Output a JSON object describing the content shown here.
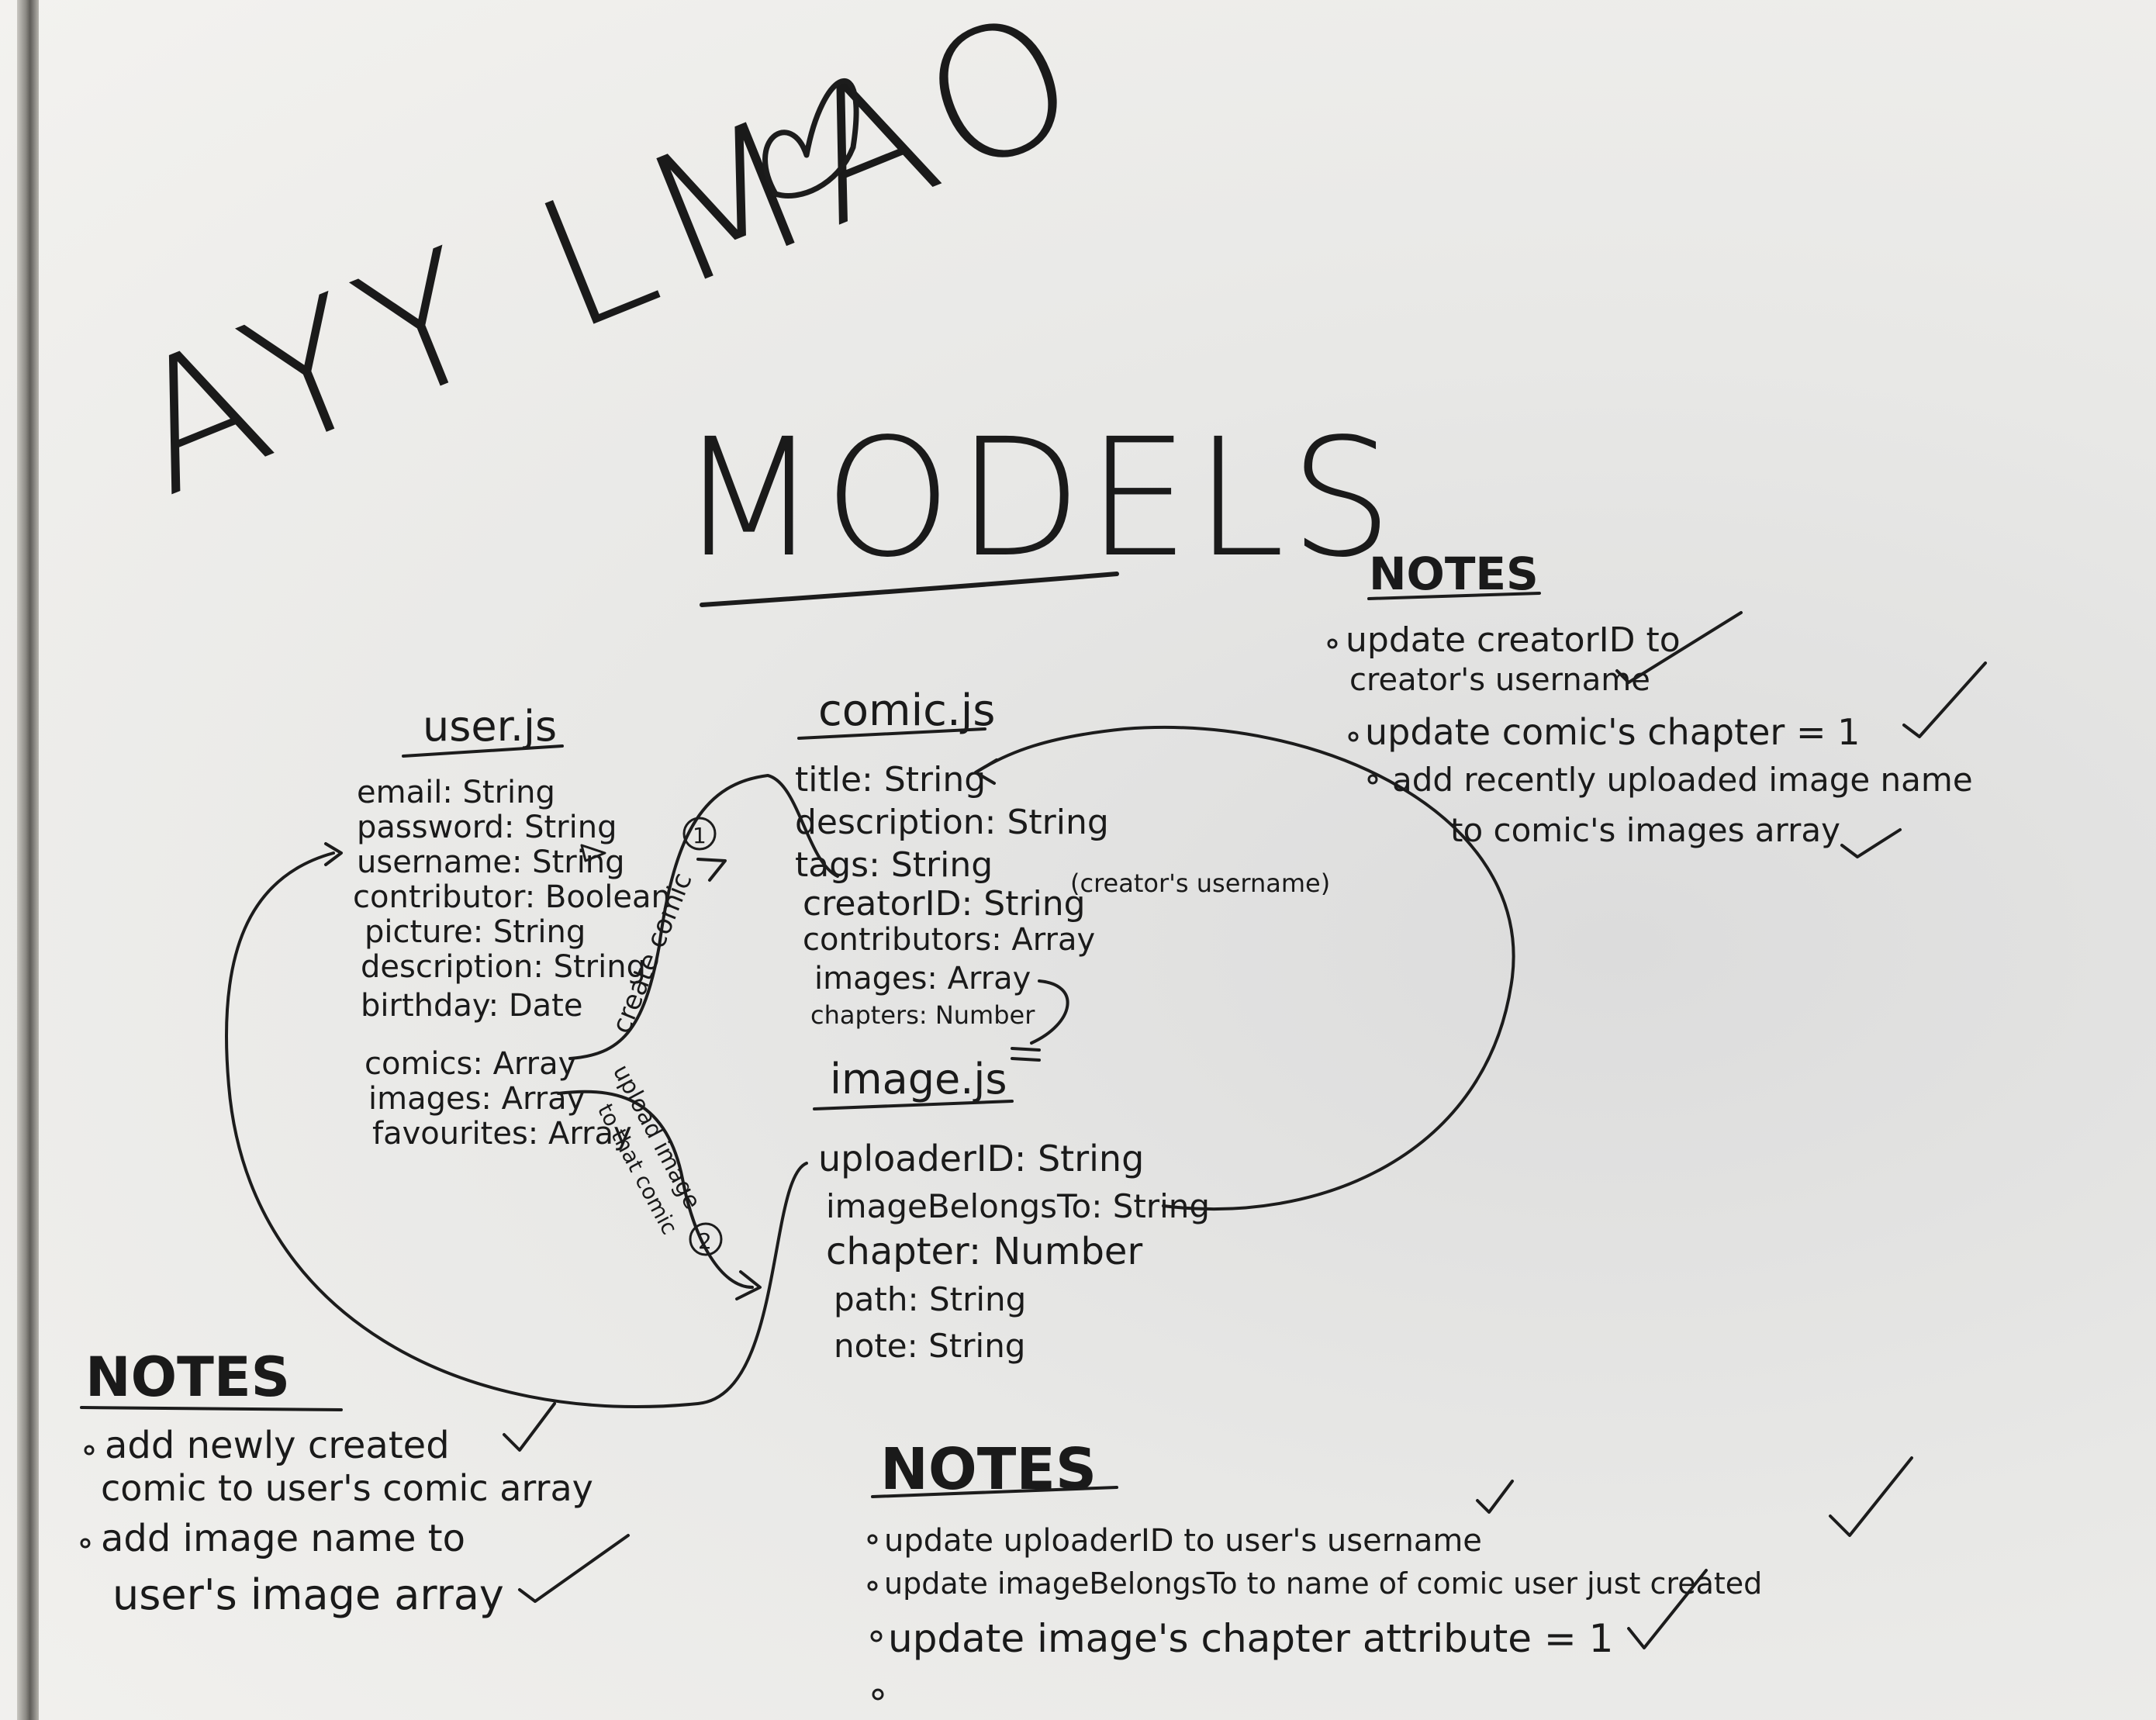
{
  "board": {
    "graffiti": "AYY LMAO",
    "title": "MODELS"
  },
  "models": {
    "user": {
      "heading": "user.js",
      "fields": [
        "email: String",
        "password: String",
        "username: String",
        "contributor: Boolean",
        "picture: String",
        "description: String",
        "birthday: Date",
        "comics: Array",
        "images: Array",
        "favourites: Array"
      ]
    },
    "comic": {
      "heading": "comic.js",
      "fields": [
        "title: String",
        "description: String",
        "tags: String",
        "creatorID: String",
        "contributors: Array",
        "images: Array",
        "chapters: Number"
      ],
      "creator_note": "(creator's username)"
    },
    "image": {
      "heading": "image.js",
      "fields": [
        "uploaderID: String",
        "imageBelongsTo: String",
        "chapter: Number",
        "path: String",
        "note: String"
      ]
    }
  },
  "arrows": {
    "create_comic": "create comic",
    "create_comic_step": "1",
    "upload_image": "upload image",
    "upload_image_2": "to that comic",
    "upload_image_step": "2"
  },
  "notes": {
    "comic_notes": {
      "heading": "NOTES",
      "items": [
        "update creatorID to",
        "creator's username",
        "update comic's chapter = 1",
        "add recently uploaded image name",
        "to comic's images array"
      ]
    },
    "user_notes": {
      "heading": "NOTES",
      "items": [
        "add newly created",
        "comic to user's comic array",
        "add image name to",
        "user's image array"
      ]
    },
    "image_notes": {
      "heading": "NOTES",
      "items": [
        "update uploaderID to user's username",
        "update imageBelongsTo to name of comic user just created",
        "update image's chapter attribute = 1"
      ]
    }
  },
  "colors": {
    "ink": "#1c1c1c",
    "board": "#f0efec"
  }
}
